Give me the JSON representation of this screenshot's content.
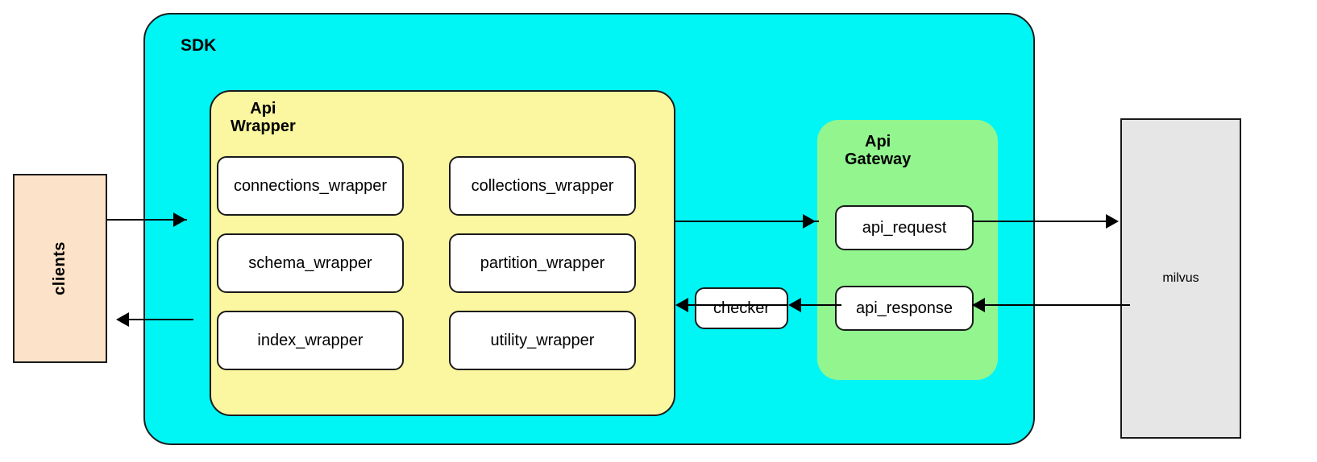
{
  "diagram": {
    "title": "SDK architecture diagram",
    "colors": {
      "sdk_fill": "#00f5f5",
      "api_wrapper_fill": "#fbf7a0",
      "api_gateway_fill": "#92f58e",
      "clients_fill": "#fce2c8",
      "milvus_fill": "#e6e6e6",
      "leaf_fill": "#ffffff",
      "stroke": "#1a1a1a"
    }
  },
  "clients": {
    "label": "clients"
  },
  "sdk": {
    "label": "SDK",
    "api_wrapper": {
      "label": "Api\nWrapper",
      "modules": [
        {
          "label": "connections_wrapper"
        },
        {
          "label": "collections_wrapper"
        },
        {
          "label": "schema_wrapper"
        },
        {
          "label": "partition_wrapper"
        },
        {
          "label": "index_wrapper"
        },
        {
          "label": "utility_wrapper"
        }
      ]
    },
    "checker": {
      "label": "checker"
    },
    "api_gateway": {
      "label": "Api\nGateway",
      "nodes": [
        {
          "label": "api_request"
        },
        {
          "label": "api_response"
        }
      ]
    }
  },
  "milvus": {
    "label": "milvus"
  },
  "edges": [
    {
      "name": "clients-to-sdk",
      "from": "clients",
      "to": "api_wrapper",
      "direction": "right"
    },
    {
      "name": "api-wrapper-to-api-gateway",
      "from": "api_wrapper",
      "to": "api_request",
      "direction": "right"
    },
    {
      "name": "api-request-to-milvus",
      "from": "api_request",
      "to": "milvus",
      "direction": "right"
    },
    {
      "name": "milvus-to-api-response",
      "from": "milvus",
      "to": "api_response",
      "direction": "left"
    },
    {
      "name": "api-response-to-checker",
      "from": "api_response",
      "to": "checker",
      "direction": "left"
    },
    {
      "name": "checker-to-api-wrapper",
      "from": "checker",
      "to": "api_wrapper",
      "direction": "left"
    },
    {
      "name": "sdk-to-clients",
      "from": "api_wrapper",
      "to": "clients",
      "direction": "left"
    }
  ]
}
